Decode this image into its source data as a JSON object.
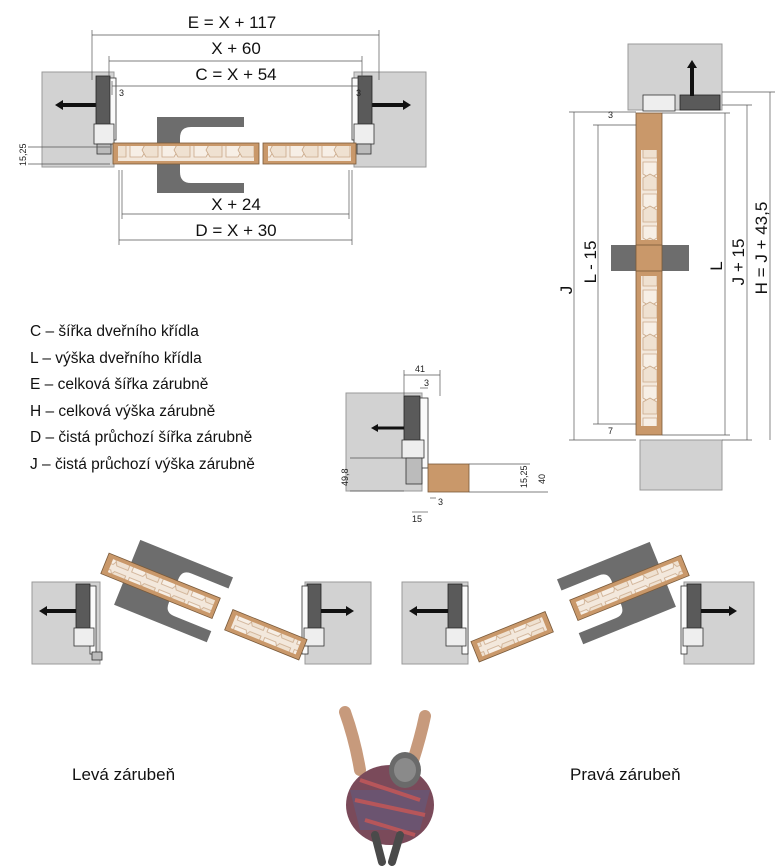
{
  "top_plan": {
    "dims_above": [
      "E = X + 117",
      "X + 60",
      "C = X + 54"
    ],
    "dims_below": [
      "X + 24",
      "D = X + 30"
    ],
    "small": [
      "15,25",
      "3",
      "3"
    ]
  },
  "side_section": {
    "vertical_dims": [
      "J",
      "L - 15",
      "L",
      "J + 15",
      "H = J + 43,5"
    ],
    "small": [
      "3",
      "7"
    ]
  },
  "detail": {
    "small": [
      "41",
      "3",
      "49,8",
      "15,25",
      "40",
      "15",
      "3"
    ]
  },
  "legend": [
    "C – šířka dveřního křídla",
    "L – výška dveřního křídla",
    "E – celková šířka zárubně",
    "H – celková výška zárubně",
    "D – čistá průchozí šířka zárubně",
    "J – čistá průchozí výška zárubně"
  ],
  "captions": {
    "left": "Levá zárubeň",
    "right": "Pravá zárubeň"
  },
  "colors": {
    "wall": "#d2d2d2",
    "wood": "#c9986a",
    "core": "#f0e4d6",
    "metal": "#444444"
  }
}
